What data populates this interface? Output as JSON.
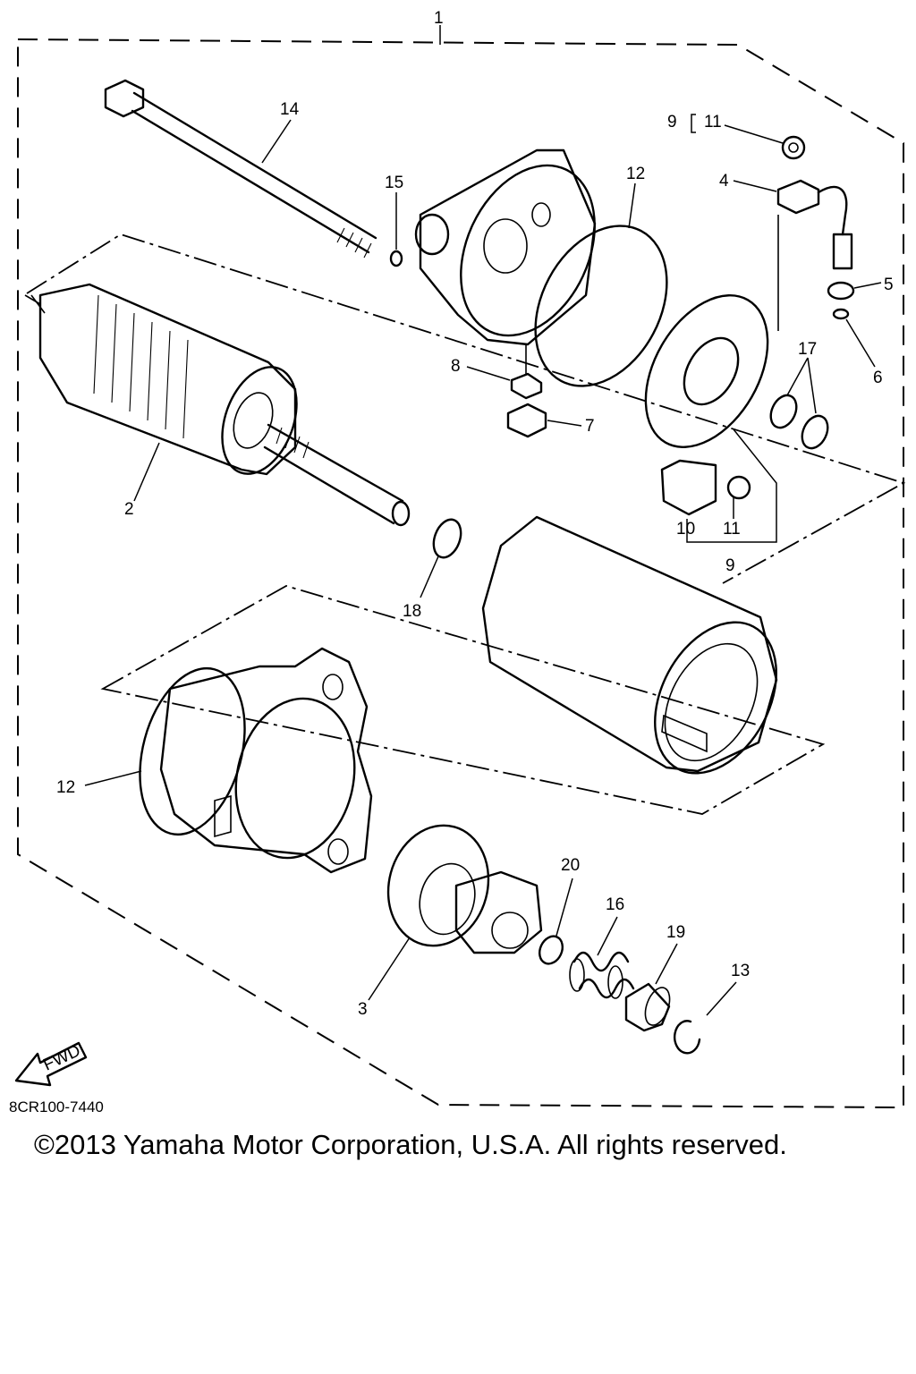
{
  "diagram": {
    "code": "8CR100-7440",
    "copyright": "©2013 Yamaha Motor Corporation, U.S.A. All rights reserved.",
    "fwd_label": "FWD",
    "callouts": [
      "1",
      "14",
      "15",
      "12",
      "9",
      "11",
      "4",
      "5",
      "6",
      "17",
      "8",
      "7",
      "2",
      "10",
      "11",
      "9",
      "18",
      "12",
      "20",
      "16",
      "19",
      "13",
      "3"
    ]
  }
}
